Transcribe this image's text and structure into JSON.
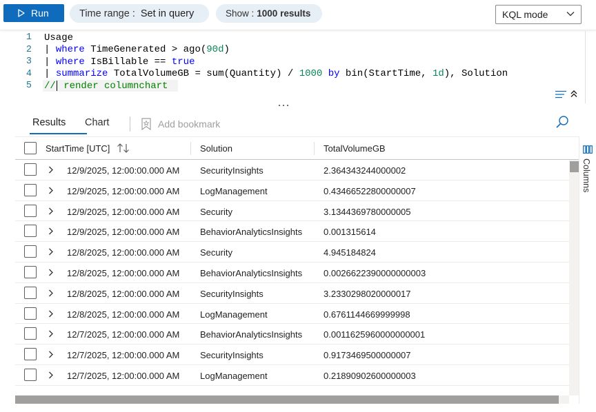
{
  "toolbar": {
    "run_label": "Run",
    "time_range_label": "Time range :",
    "time_range_value": "Set in query",
    "show_prefix": "Show :",
    "show_value": "1000 results",
    "mode_select": "KQL mode",
    "accent_color": "#0f6cbd"
  },
  "editor": {
    "line_numbers": [
      "1",
      "2",
      "3",
      "4",
      "5"
    ],
    "line1": "Usage",
    "line2": {
      "pipe": "| ",
      "kw": "where",
      "rest": " TimeGenerated > ago(",
      "num": "90d",
      "end": ")"
    },
    "line3": {
      "pipe": "| ",
      "kw": "where",
      "rest": " IsBillable == ",
      "kw2": "true"
    },
    "line4": {
      "pipe": "| ",
      "kw": "summarize",
      "rest1": " TotalVolumeGB = sum(Quantity) / ",
      "num1": "1000",
      "sp": " ",
      "kw2": "by",
      "rest2": " bin(StartTime, ",
      "num2": "1d",
      "rest3": "), Solution"
    },
    "line5": {
      "pre": "//",
      "post": " render columnchart"
    }
  },
  "tabs": {
    "results": "Results",
    "chart": "Chart",
    "add_bookmark": "Add bookmark"
  },
  "grid": {
    "columns": [
      "StartTime [UTC]",
      "Solution",
      "TotalVolumeGB"
    ],
    "rows": [
      {
        "start": "12/9/2025, 12:00:00.000 AM",
        "solution": "SecurityInsights",
        "volume": "2.364343244000002"
      },
      {
        "start": "12/9/2025, 12:00:00.000 AM",
        "solution": "LogManagement",
        "volume": "0.43466522800000007"
      },
      {
        "start": "12/9/2025, 12:00:00.000 AM",
        "solution": "Security",
        "volume": "3.1344369780000005"
      },
      {
        "start": "12/9/2025, 12:00:00.000 AM",
        "solution": "BehaviorAnalyticsInsights",
        "volume": "0.001315614"
      },
      {
        "start": "12/8/2025, 12:00:00.000 AM",
        "solution": "Security",
        "volume": "4.945184824"
      },
      {
        "start": "12/8/2025, 12:00:00.000 AM",
        "solution": "BehaviorAnalyticsInsights",
        "volume": "0.0026622390000000003"
      },
      {
        "start": "12/8/2025, 12:00:00.000 AM",
        "solution": "SecurityInsights",
        "volume": "3.2330298020000017"
      },
      {
        "start": "12/8/2025, 12:00:00.000 AM",
        "solution": "LogManagement",
        "volume": "0.6761144669999998"
      },
      {
        "start": "12/7/2025, 12:00:00.000 AM",
        "solution": "BehaviorAnalyticsInsights",
        "volume": "0.0011625960000000001"
      },
      {
        "start": "12/7/2025, 12:00:00.000 AM",
        "solution": "SecurityInsights",
        "volume": "0.9173469500000007"
      },
      {
        "start": "12/7/2025, 12:00:00.000 AM",
        "solution": "LogManagement",
        "volume": "0.21890902600000003"
      }
    ]
  },
  "side_panel": {
    "columns_label": "Columns"
  },
  "icons": {
    "run": "play-icon",
    "select": "chevron-down-icon",
    "bookmark": "bookmark-icon",
    "search": "search-icon",
    "sort": "sort-arrows-icon",
    "expand": "chevron-right-icon",
    "columns": "columns-icon",
    "wrap": "word-wrap-icon",
    "collapse": "collapse-up-icon"
  }
}
